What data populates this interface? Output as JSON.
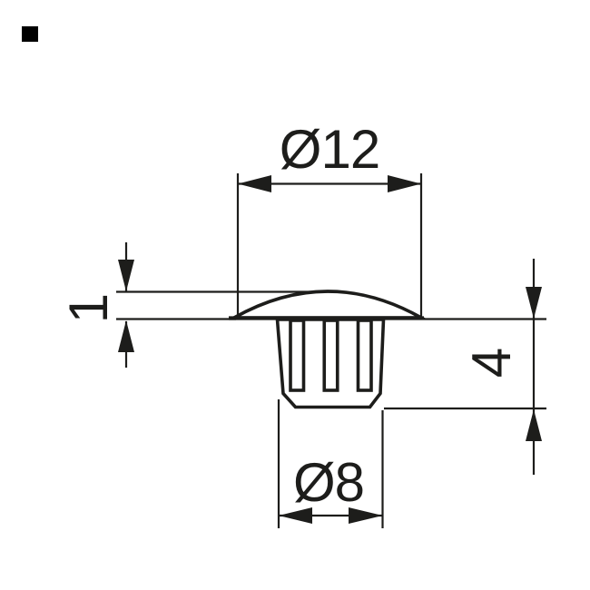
{
  "drawing": {
    "dimensions": {
      "top_diameter": {
        "label": "Ø12"
      },
      "cap_height": {
        "label": "1"
      },
      "stem_height": {
        "label": "4"
      },
      "bottom_diameter": {
        "label": "Ø8"
      }
    },
    "colors": {
      "line": "#1d1d1b",
      "part_fill": "#ededed",
      "marker": "#000000",
      "background": "#ffffff"
    }
  }
}
